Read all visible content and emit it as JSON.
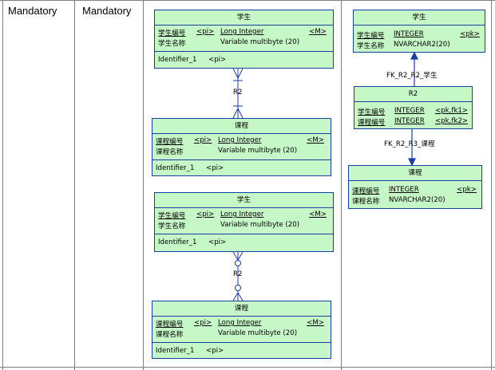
{
  "cells": {
    "c1": "Mandatory",
    "c2": "Mandatory"
  },
  "e1": {
    "title": "学生",
    "r1": {
      "name": "学生编号",
      "key": "<pi>",
      "type": "Long Integer",
      "flag": "<M>"
    },
    "r2": {
      "name": "学生名称",
      "type": "Variable multibyte (20)"
    },
    "ident": {
      "name": "Identifier_1",
      "key": "<pi>"
    }
  },
  "e2": {
    "title": "课程",
    "r1": {
      "name": "课程编号",
      "key": "<pi>",
      "type": "Long Integer",
      "flag": "<M>"
    },
    "r2": {
      "name": "课程名称",
      "type": "Variable multibyte (20)"
    },
    "ident": {
      "name": "Identifier_1",
      "key": "<pi>"
    }
  },
  "e3": {
    "title": "学生",
    "r1": {
      "name": "学生编号",
      "key": "<pi>",
      "type": "Long Integer",
      "flag": "<M>"
    },
    "r2": {
      "name": "学生名称",
      "type": "Variable multibyte (20)"
    },
    "ident": {
      "name": "Identifier_1",
      "key": "<pi>"
    }
  },
  "e4": {
    "title": "课程",
    "r1": {
      "name": "课程编号",
      "key": "<pi>",
      "type": "Long Integer",
      "flag": "<M>"
    },
    "r2": {
      "name": "课程名称",
      "type": "Variable multibyte (20)"
    },
    "ident": {
      "name": "Identifier_1",
      "key": "<pi>"
    }
  },
  "p1": {
    "title": "学生",
    "r1": {
      "name": "学生编号",
      "type": "INTEGER",
      "key": "<pk>"
    },
    "r2": {
      "name": "学生名称",
      "type": "NVARCHAR2(20)"
    }
  },
  "p2": {
    "title": "R2",
    "r1": {
      "name": "学生编号",
      "type": "INTEGER",
      "key": "<pk,fk1>"
    },
    "r2": {
      "name": "课程编号",
      "type": "INTEGER",
      "key": "<pk,fk2>"
    }
  },
  "p3": {
    "title": "课程",
    "r1": {
      "name": "课程编号",
      "type": "INTEGER",
      "key": "<pk>"
    },
    "r2": {
      "name": "课程名称",
      "type": "NVARCHAR2(20)"
    }
  },
  "rel": {
    "r2a": "R2",
    "r2b": "R2",
    "fk1": "FK_R2_R2_学生",
    "fk2": "FK_R2_R3_课程"
  }
}
